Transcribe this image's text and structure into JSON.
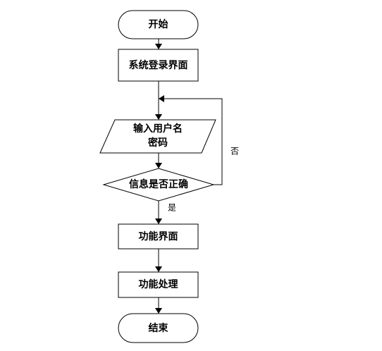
{
  "nodes": {
    "start": "开始",
    "login": "系统登录界面",
    "input_line1": "输入用户名",
    "input_line2": "密码",
    "decision": "信息是否正确",
    "function_page": "功能界面",
    "function_process": "功能处理",
    "end": "结束"
  },
  "edges": {
    "yes_label": "是",
    "no_label": "否"
  }
}
